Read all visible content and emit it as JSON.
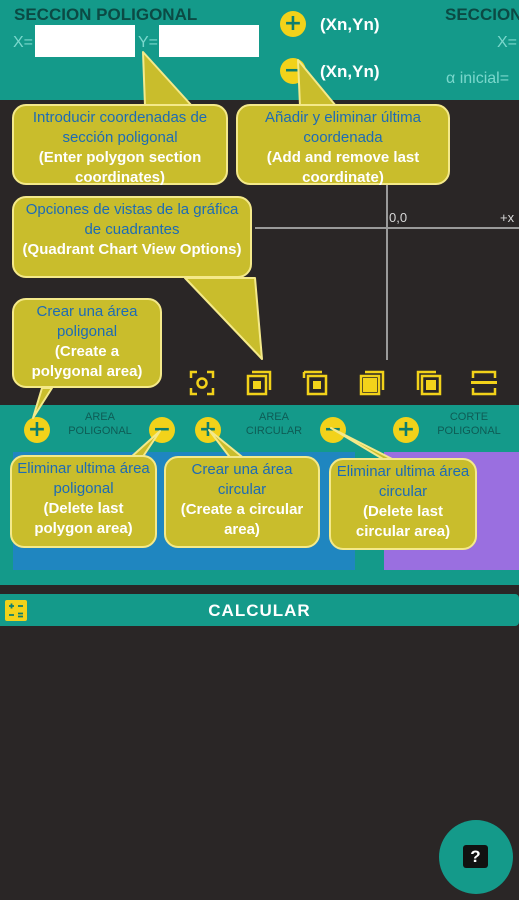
{
  "top": {
    "poly_title": "SECCION POLIGONAL",
    "second_title": "SECCION",
    "x_label": "X=",
    "y_label": "Y=",
    "x_value": "",
    "y_value": "",
    "add_label": "(Xn,Yn)",
    "remove_label": "(Xn,Yn)",
    "right_x_label": "X=",
    "alpha_label": "α inicial="
  },
  "graph": {
    "origin_label": "0,0",
    "x_axis_label": "+x"
  },
  "view_options": [
    {
      "icon": "center-focus-icon"
    },
    {
      "icon": "quadrant-1-icon"
    },
    {
      "icon": "quadrant-2-icon"
    },
    {
      "icon": "quadrant-3-icon"
    },
    {
      "icon": "quadrant-4-icon"
    },
    {
      "icon": "half-horizontal-icon"
    }
  ],
  "areas": {
    "polygonal_label_1": "AREA",
    "polygonal_label_2": "POLIGONAL",
    "circular_label_1": "AREA",
    "circular_label_2": "CIRCULAR",
    "corte_label_1": "CORTE",
    "corte_label_2": "POLIGONAL"
  },
  "calc": {
    "label": "CALCULAR"
  },
  "callouts": {
    "coords": {
      "es": "Introducir coordenadas de sección poligonal",
      "en": "(Enter polygon section coordinates)"
    },
    "add_remove": {
      "es": "Añadir y eliminar última coordenada",
      "en": "(Add and remove last coordinate)"
    },
    "views": {
      "es": "Opciones de vistas de la gráfica de cuadrantes",
      "en": "(Quadrant Chart View Options)"
    },
    "create_poly": {
      "es": "Crear una área poligonal",
      "en": "(Create a polygonal area)"
    },
    "delete_poly": {
      "es": "Eliminar ultima área poligonal",
      "en": "(Delete last polygon area)"
    },
    "create_circ": {
      "es": "Crear una área circular",
      "en": "(Create a circular area)"
    },
    "delete_circ": {
      "es": "Eliminar ultima área circular",
      "en": "(Delete last circular area)"
    }
  },
  "colors": {
    "teal": "#149a8a",
    "yellow": "#f2d21a",
    "callout": "#c9bd2c",
    "background": "#2a2626"
  }
}
